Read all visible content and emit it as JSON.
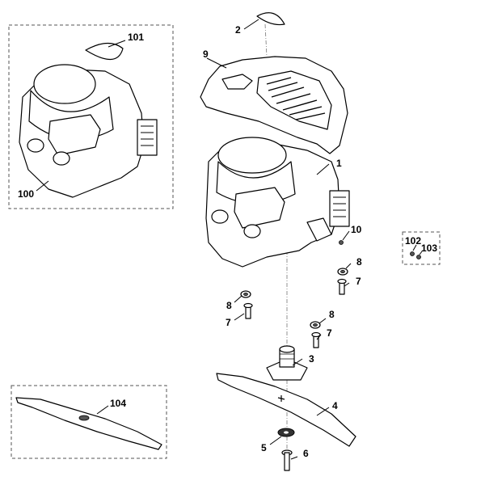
{
  "labels": {
    "l1": "1",
    "l2": "2",
    "l3": "3",
    "l4": "4",
    "l5": "5",
    "l6": "6",
    "l7a": "7",
    "l7b": "7",
    "l7c": "7",
    "l8a": "8",
    "l8b": "8",
    "l8c": "8",
    "l9": "9",
    "l10": "10",
    "l100": "100",
    "l101": "101",
    "l102": "102",
    "l103": "103",
    "l104": "104"
  }
}
